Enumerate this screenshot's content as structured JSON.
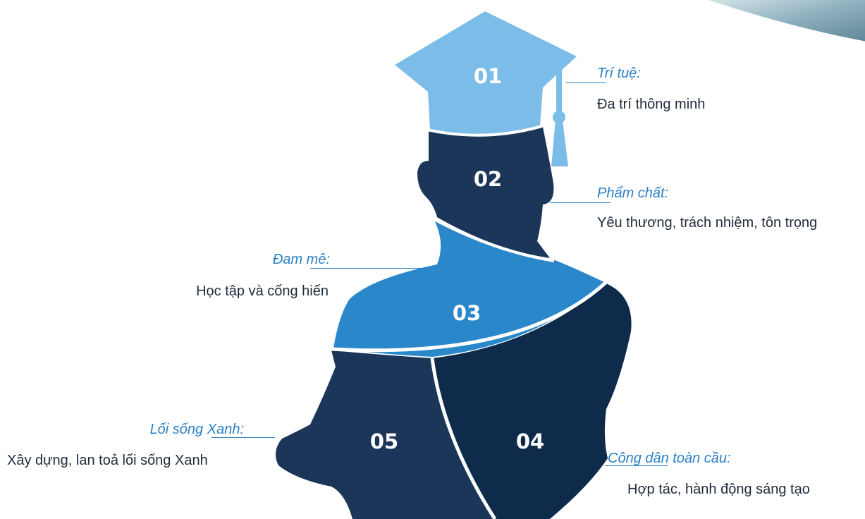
{
  "colors": {
    "cap": "#7bbde8",
    "head": "#1b3658",
    "shoulders": "#2a87c9",
    "body_right": "#0e2b4b",
    "body_left": "#1b3658",
    "accent": "#2a7fc4",
    "text": "#1e2a3a"
  },
  "segments": [
    {
      "number": "01",
      "title": "Trí tuệ:",
      "description": "Đa trí thông minh"
    },
    {
      "number": "02",
      "title": "Phẩm chất:",
      "description": "Yêu thương, trách nhiệm, tôn trọng"
    },
    {
      "number": "03",
      "title": "Đam mê:",
      "description": "Học tập và cống hiến"
    },
    {
      "number": "04",
      "title": "Công dân toàn cầu:",
      "description": "Hợp tác, hành động sáng tạo"
    },
    {
      "number": "05",
      "title": "Lối sống Xanh:",
      "description": "Xây dựng, lan toả lối sống Xanh"
    }
  ],
  "corner_image": {
    "icon": "landscape-photo-corner"
  }
}
